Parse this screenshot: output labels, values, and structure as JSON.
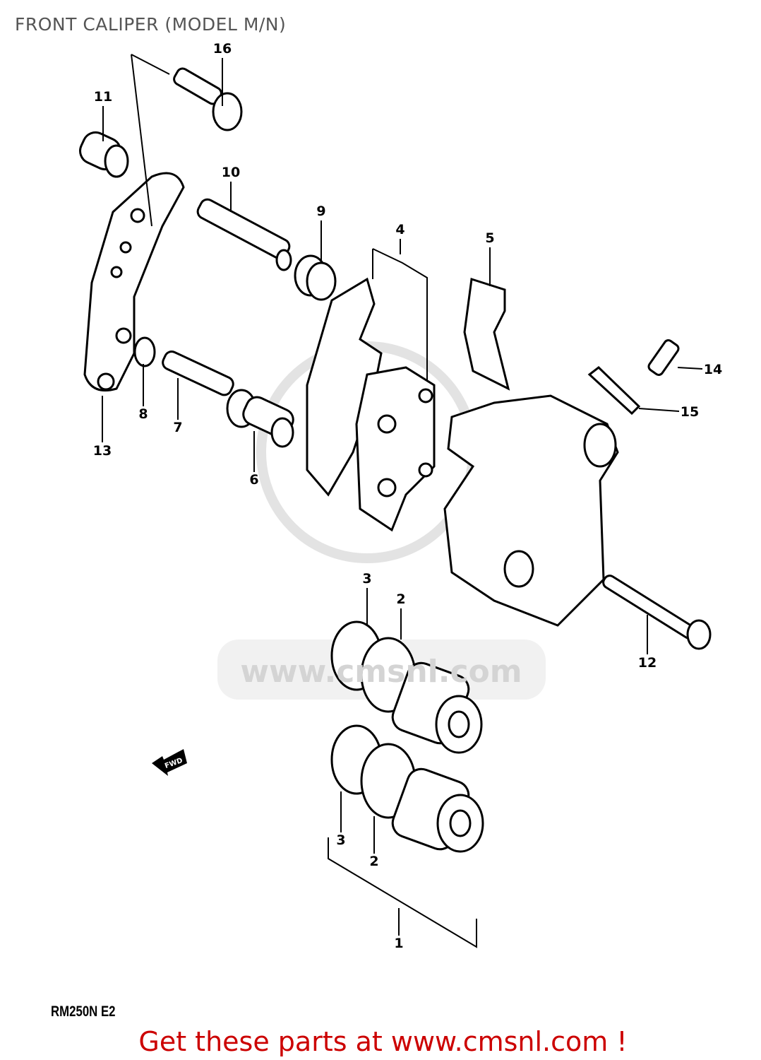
{
  "title": "FRONT CALIPER (MODEL M/N)",
  "model_code": "RM250N E2",
  "footer": "Get these parts at www.cmsnl.com !",
  "watermark": "www.cmsnl.com",
  "fwd_arrow_label": "FWD",
  "callouts": [
    "16",
    "11",
    "10",
    "9",
    "4",
    "5",
    "14",
    "15",
    "13",
    "8",
    "7",
    "6",
    "3",
    "2",
    "12",
    "3",
    "2",
    "1"
  ],
  "colors": {
    "footer": "#cc0000",
    "title": "#555555",
    "watermark": "#e3e3e3"
  }
}
